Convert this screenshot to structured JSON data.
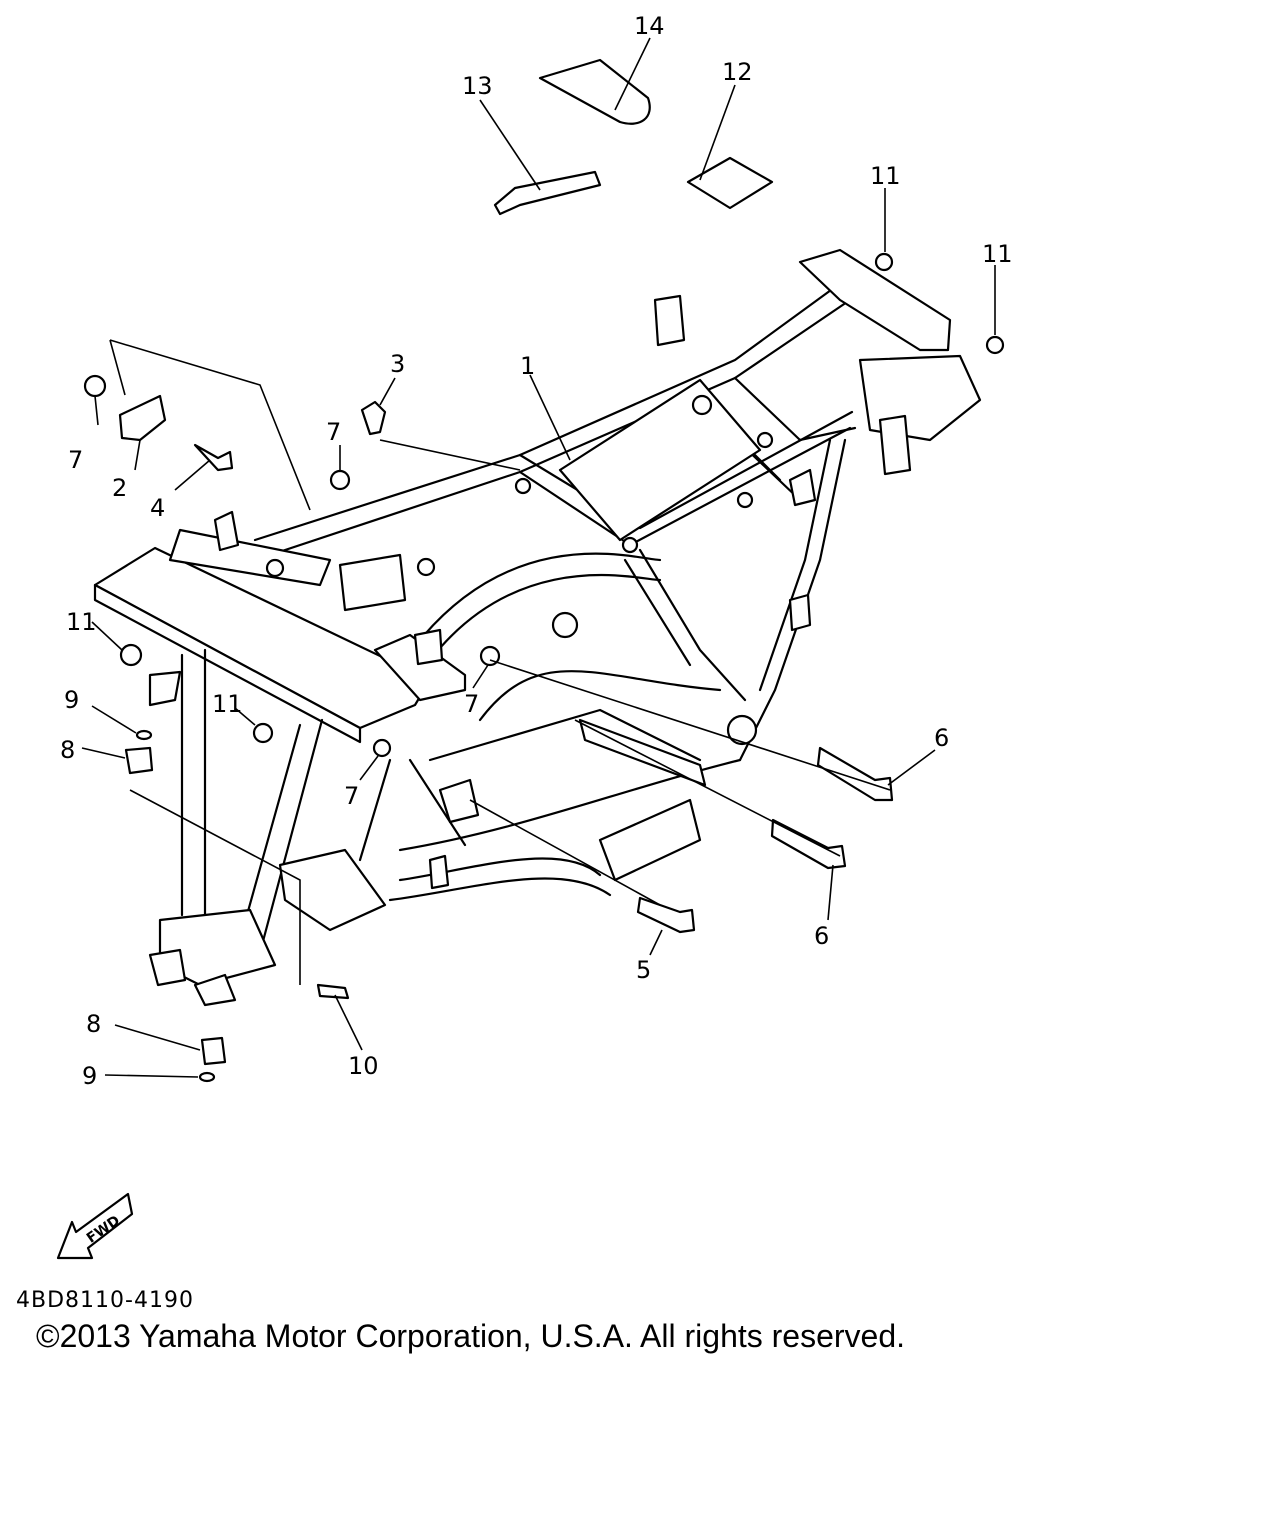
{
  "diagram": {
    "drawing_code": "4BD8110-4190",
    "copyright": "©2013 Yamaha Motor Corporation, U.S.A. All rights reserved.",
    "fwd_label": "FWD",
    "callouts": [
      "1",
      "2",
      "3",
      "4",
      "5",
      "6",
      "7",
      "8",
      "9",
      "10",
      "11",
      "12",
      "13",
      "14"
    ]
  }
}
